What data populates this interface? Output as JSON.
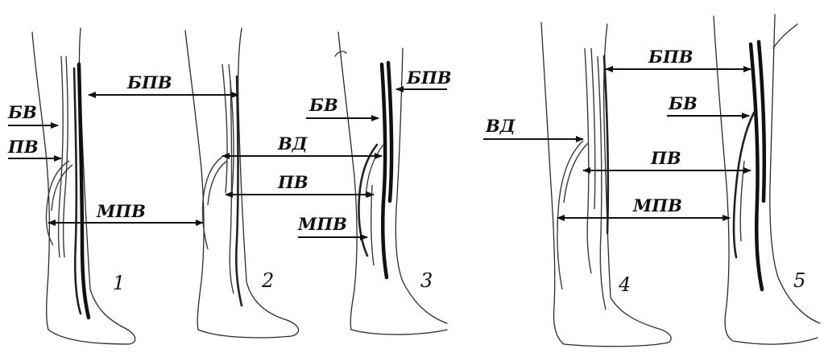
{
  "labels": {
    "bpv": "БПВ",
    "bv": "БВ",
    "pv": "ПВ",
    "vd": "ВД",
    "mpv": "МПВ"
  },
  "figure_numbers": [
    "1",
    "2",
    "3",
    "4",
    "5"
  ]
}
